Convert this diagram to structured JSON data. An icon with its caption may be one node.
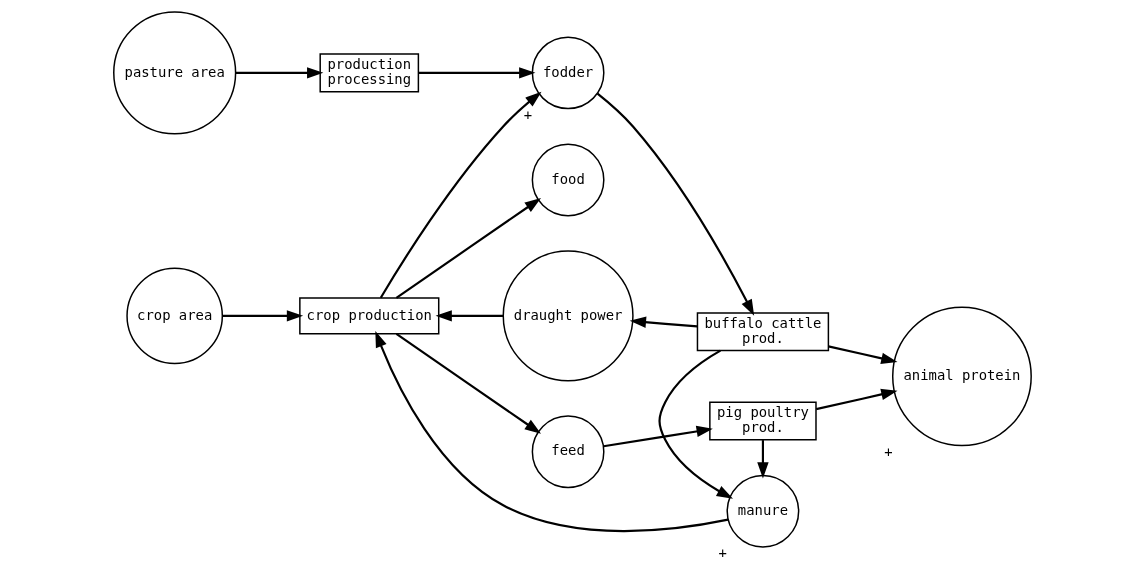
{
  "diagram": {
    "nodes": [
      {
        "text": [
          "crop area"
        ]
      },
      {
        "text": [
          "crop production"
        ]
      },
      {
        "text": [
          "food"
        ]
      },
      {
        "text": [
          "feed"
        ]
      },
      {
        "text": [
          "pig poultry",
          "prod."
        ]
      },
      {
        "text": [
          "manure"
        ],
        "beside": [
          "+"
        ]
      },
      {
        "text": [
          "animal protein"
        ],
        "beside": [
          "+"
        ]
      },
      {
        "text": [
          "draught power"
        ]
      },
      {
        "text": [
          "pasture area"
        ]
      },
      {
        "text": [
          "production",
          "processing"
        ]
      },
      {
        "text": [
          "fodder"
        ],
        "beside": [
          "+"
        ]
      },
      {
        "text": [
          "buffalo cattle",
          "prod."
        ]
      }
    ],
    "edges": [
      {
        "from": 0,
        "to": 1,
        "arrow": "to"
      },
      {
        "from": 1,
        "to": 2,
        "arrow": "to"
      },
      {
        "from": 1,
        "to": 3,
        "arrow": "to"
      },
      {
        "from": 3,
        "to": 4,
        "arrow": "to"
      },
      {
        "from": 1,
        "to": 10,
        "arrow": "to"
      },
      {
        "from": 5,
        "to": 1,
        "arrow": "to"
      },
      {
        "from": 7,
        "to": 1,
        "arrow": "to"
      },
      {
        "from": 4,
        "to": 5,
        "arrow": "to"
      },
      {
        "from": 11,
        "to": 5,
        "arrow": "to"
      },
      {
        "from": 4,
        "to": 6,
        "arrow": "to"
      },
      {
        "from": 11,
        "to": 6,
        "arrow": "to"
      },
      {
        "from": 11,
        "to": 7,
        "arrow": "to"
      },
      {
        "from": 8,
        "to": 9,
        "arrow": "to"
      },
      {
        "from": 9,
        "to": 10,
        "arrow": "to"
      },
      {
        "from": 10,
        "to": 11,
        "arrow": "to"
      }
    ]
  }
}
